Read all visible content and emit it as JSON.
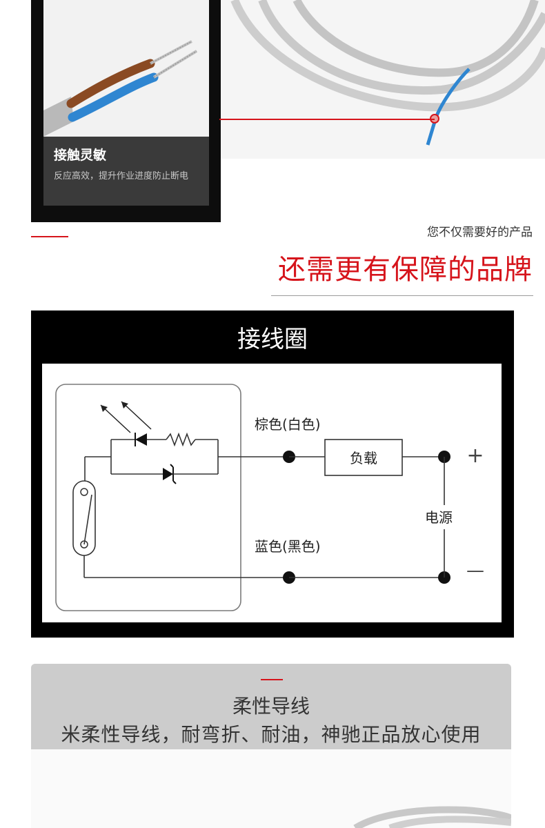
{
  "feature": {
    "title": "接触灵敏",
    "description": "反应高效，提升作业进度防止断电"
  },
  "slogan": {
    "small": "您不仅需要好的产品",
    "big": "还需更有保障的品牌"
  },
  "wiring": {
    "title": "接线圈",
    "brown_label": "棕色(白色)",
    "blue_label": "蓝色(黑色)",
    "load_label": "负载",
    "power_label": "电源",
    "plus": "+",
    "minus": "—"
  },
  "flexible": {
    "title": "柔性导线",
    "subtitle": "米柔性导线，耐弯折、耐油，神驰正品放心使用"
  },
  "colors": {
    "accent": "#d6141b",
    "panel": "#000000",
    "wire_brown": "#8a4a23",
    "wire_blue": "#2f86d1",
    "cable_grey": "#c8c8c8"
  }
}
